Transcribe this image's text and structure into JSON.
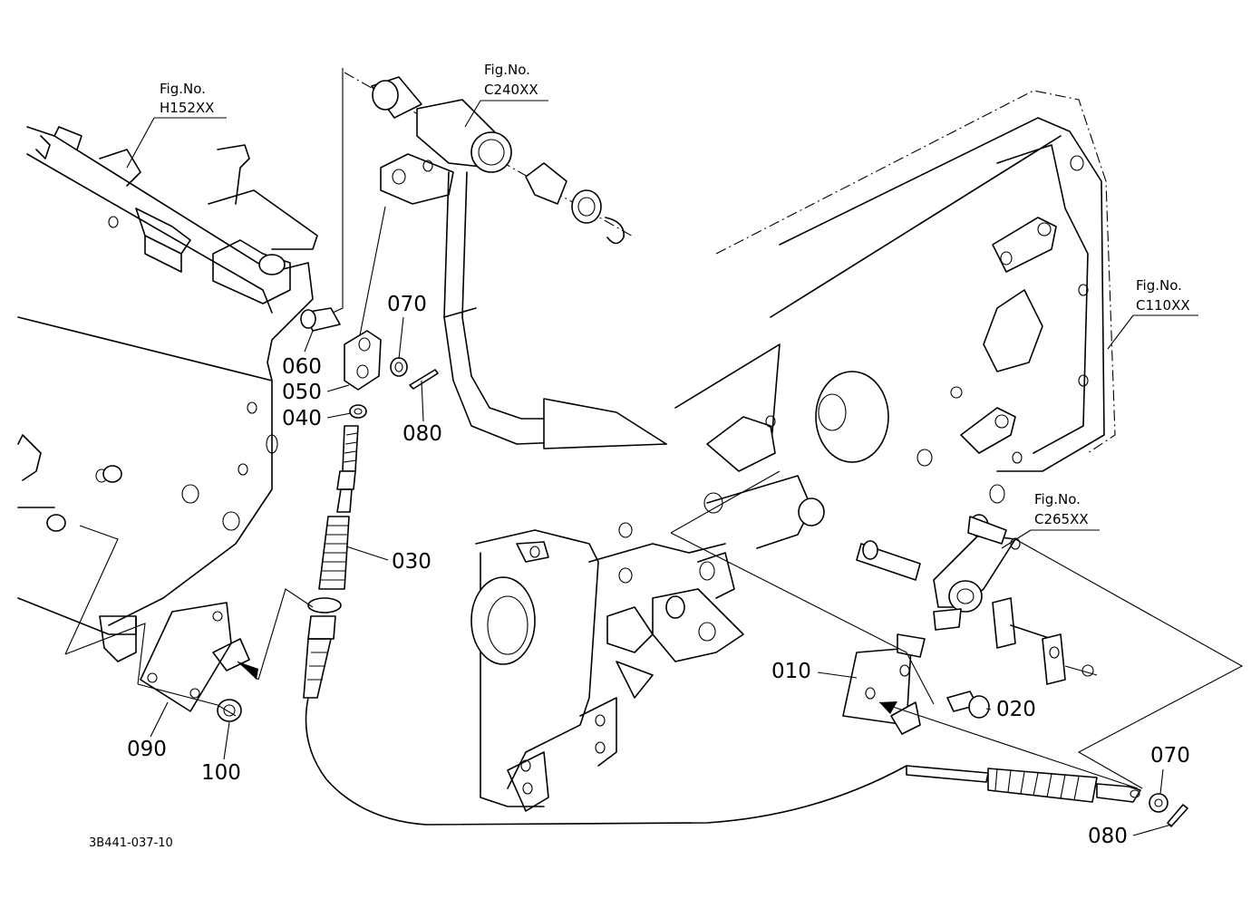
{
  "figure_refs": [
    {
      "line1": "Fig.No.",
      "line2": "H152XX"
    },
    {
      "line1": "Fig.No.",
      "line2": "C240XX"
    },
    {
      "line1": "Fig.No.",
      "line2": "C110XX"
    },
    {
      "line1": "Fig.No.",
      "line2": "C265XX"
    }
  ],
  "parts": [
    "010",
    "020",
    "030",
    "040",
    "050",
    "060",
    "070",
    "080",
    "090",
    "100",
    "070",
    "080"
  ],
  "drawing_code": "3B441-037-10"
}
